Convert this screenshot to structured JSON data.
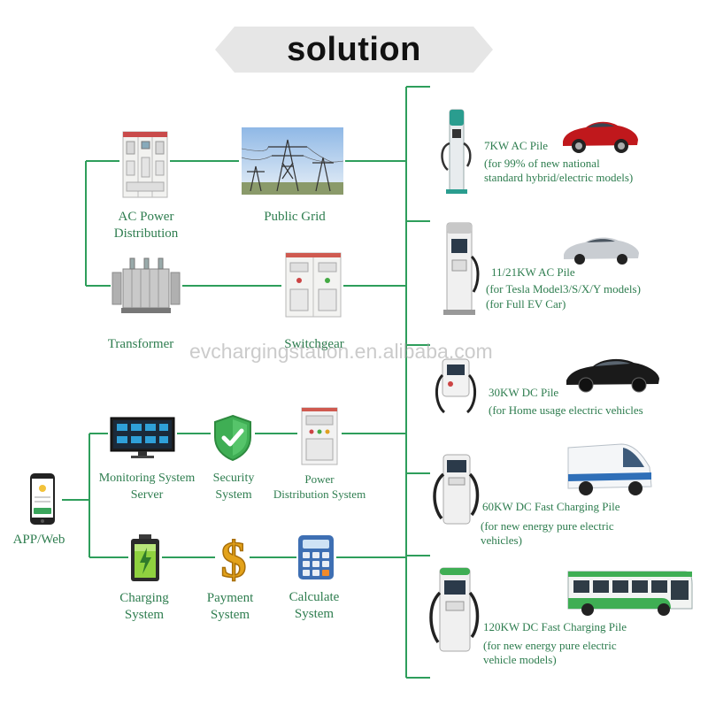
{
  "banner": {
    "title": "solution"
  },
  "watermark": "evchargingstation.en.alibaba.com",
  "grid_section": {
    "ac_power_distribution": [
      "AC Power",
      "Distribution"
    ],
    "public_grid": "Public Grid",
    "transformer": "Transformer",
    "switchgear": "Switchgear"
  },
  "system_section": {
    "app_web": "APP/Web",
    "monitoring": [
      "Monitoring System",
      "Server"
    ],
    "security": [
      "Security",
      "System"
    ],
    "power_distribution": [
      "Power",
      "Distribution System"
    ],
    "charging": [
      "Charging",
      "System"
    ],
    "payment": [
      "Payment",
      "System"
    ],
    "calculate": [
      "Calculate",
      "System"
    ]
  },
  "piles": [
    {
      "title": "7KW AC Pile",
      "lines": [
        "(for 99% of new national",
        "standard hybrid/electric models)"
      ]
    },
    {
      "title": "11/21KW AC Pile",
      "lines": [
        "(for Tesla Model3/S/X/Y models)",
        "(for Full EV Car)"
      ]
    },
    {
      "title": "30KW DC Pile",
      "lines": [
        "(for Home usage electric vehicles"
      ]
    },
    {
      "title": "60KW DC Fast Charging Pile",
      "lines": [
        "(for new energy pure electric",
        "vehicles)"
      ]
    },
    {
      "title": "120KW DC Fast Charging Pile",
      "lines": [
        "(for new energy pure electric",
        "vehicle models)"
      ]
    }
  ],
  "colors": {
    "line": "#2e9e5b",
    "text": "#2e7d4f",
    "banner": "#e6e6e6"
  }
}
